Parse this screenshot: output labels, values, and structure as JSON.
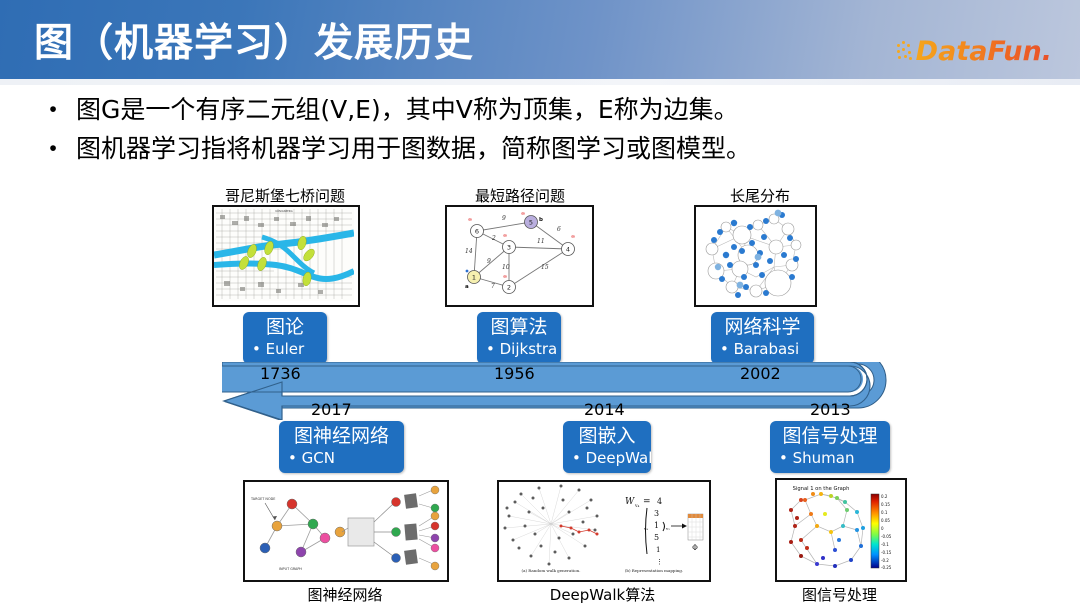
{
  "header": {
    "title": "图（机器学习）发展历史",
    "logo_text": "DataFun.",
    "logo_dots_name": "datafun-dots",
    "gradient_from": "#2f6db4",
    "gradient_to": "#bcc7dd"
  },
  "bullets": [
    {
      "marker": "•",
      "text": "图G是一个有序二元组(V,E)，其中V称为顶集，E称为边集。"
    },
    {
      "marker": "•",
      "text": "图机器学习指将机器学习用于图数据，简称图学习或图模型。"
    }
  ],
  "top_row": {
    "captions": [
      "哥尼斯堡七桥问题",
      "最短路径问题",
      "长尾分布"
    ],
    "boxes": [
      {
        "title": "图论",
        "sub": "• Euler",
        "year": "1736"
      },
      {
        "title": "图算法",
        "sub": "• Dijkstra",
        "year": "1956"
      },
      {
        "title": "网络科学",
        "sub": "• Barabasi",
        "year": "2002"
      }
    ]
  },
  "bottom_row": {
    "boxes": [
      {
        "title": "图神经网络",
        "sub": "• GCN",
        "year": "2017"
      },
      {
        "title": "图嵌入",
        "sub": "• DeepWal",
        "year": "2014"
      },
      {
        "title": "图信号处理",
        "sub": "• Shuman",
        "year": "2013"
      }
    ],
    "captions": [
      "图神经网络",
      "DeepWalk算法",
      "图信号处理"
    ]
  },
  "timeline": {
    "color": "#5b9bd5",
    "direction": "right-to-left",
    "top_years": [
      "1736",
      "1956",
      "2002"
    ],
    "bottom_years": [
      "2017",
      "2014",
      "2013"
    ]
  },
  "figures": {
    "konigsberg": {
      "bridge_color": "#c3e03a",
      "river_color": "#29b6e8",
      "bridge_count": 7
    },
    "dijkstra": {
      "nodes": [
        "1",
        "2",
        "3",
        "4",
        "5",
        "6"
      ],
      "node_labels": [
        "a",
        "b"
      ],
      "edge_weights": [
        "9",
        "2",
        "14",
        "9",
        "10",
        "11",
        "6",
        "15",
        "7"
      ],
      "infinity_marks": "∞"
    },
    "longtail": {
      "hub_color": "#1f6fc0",
      "node_color": "#2a7ad0"
    },
    "gnn": {
      "target_label": "TARGET NODE",
      "input_label": "INPUT GRAPH",
      "node_colors": [
        "#e8a33d",
        "#d6342c",
        "#2fa84f",
        "#2b5fb5",
        "#8e44ad",
        "#ec4fa0"
      ]
    },
    "deepwalk": {
      "caption_a": "(a) Random walk generation.",
      "caption_b": "(b) Representation mapping.",
      "formula": "Wᵥ₄ =",
      "vector": [
        "4",
        "3",
        "1",
        "5",
        "1",
        "⋮"
      ],
      "phi": "Φ"
    },
    "gsp": {
      "title": "Signal 1 on the Graph",
      "colorbar_ticks": [
        "0.2",
        "0.15",
        "0.1",
        "0.05",
        "0",
        "-0.05",
        "-0.1",
        "-0.15",
        "-0.2",
        "-0.25"
      ]
    }
  }
}
